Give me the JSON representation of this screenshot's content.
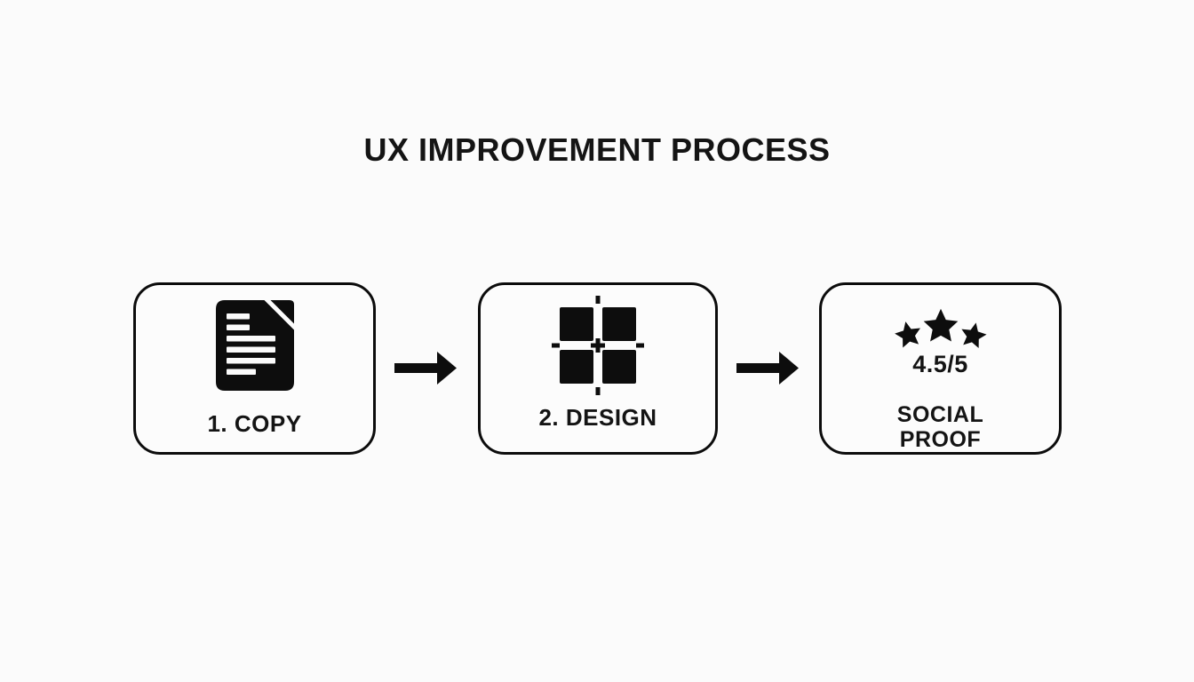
{
  "title": "UX IMPROVEMENT PROCESS",
  "colors": {
    "ink": "#141414",
    "icon_fill": "#0d0d0d",
    "background": "#fbfbfb",
    "box_border": "#0c0c0c"
  },
  "steps": [
    {
      "id": "copy",
      "label": "1. COPY",
      "icon": "document-icon"
    },
    {
      "id": "design",
      "label": "2. DESIGN",
      "icon": "layout-grid-icon"
    },
    {
      "id": "social-proof",
      "label": "SOCIAL PROOF",
      "icon": "star-rating-icon",
      "rating": "4.5/5",
      "stars_shown": 3
    }
  ],
  "connectors": [
    {
      "from": "copy",
      "to": "design",
      "type": "arrow-right"
    },
    {
      "from": "design",
      "to": "social-proof",
      "type": "arrow-right"
    }
  ]
}
